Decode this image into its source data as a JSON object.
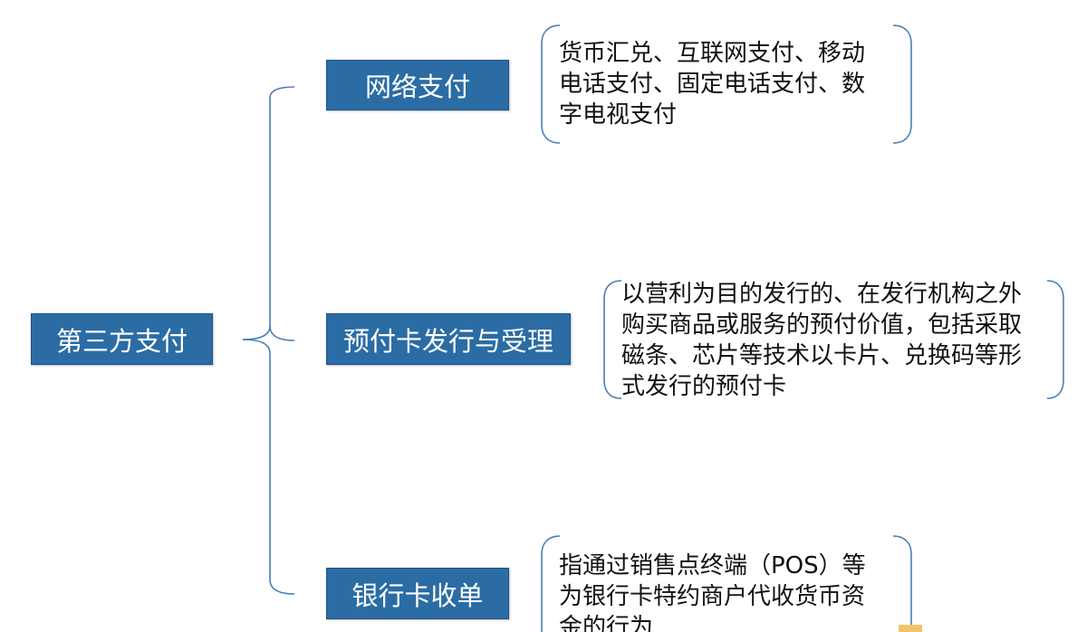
{
  "root": {
    "label": "第三方支付"
  },
  "branches": [
    {
      "label": "网络支付",
      "description_lines": [
        "货币汇兑、互联网支付、移动",
        "电话支付、固定电话支付、数",
        "字电视支付"
      ]
    },
    {
      "label": "预付卡发行与受理",
      "description_lines": [
        "以营利为目的发行的、在发行机构之外",
        "购买商品或服务的预付价值，包括采取",
        "磁条、芯片等技术以卡片、兑换码等形",
        "式发行的预付卡"
      ]
    },
    {
      "label": "银行卡收单",
      "description_lines": [
        "指通过销售点终端（POS）等",
        "为银行卡特约商户代收货币资",
        "金的行为"
      ]
    }
  ],
  "colors": {
    "box_fill": "#2b6ca4",
    "box_text": "#ffffff",
    "line": "#4a7fb5"
  }
}
